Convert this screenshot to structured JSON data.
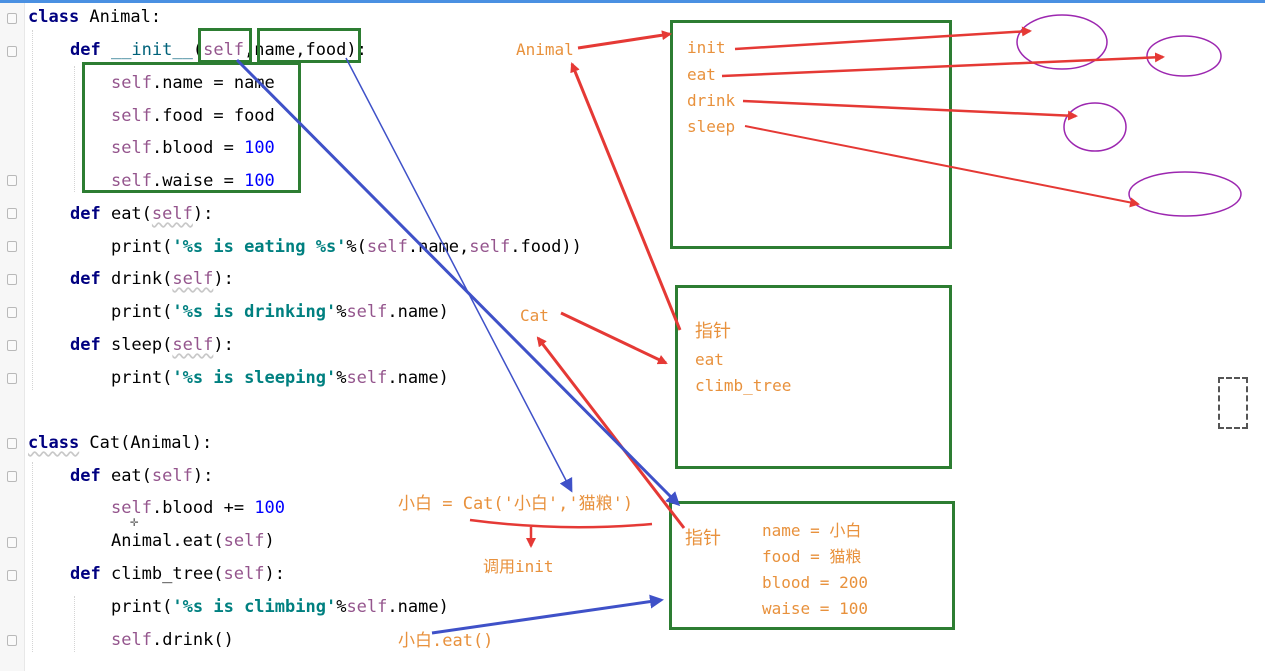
{
  "code": {
    "animal_class": {
      "kw": "class",
      "rest": " Animal:",
      "init_def": {
        "kw": "def",
        "name": " __init__",
        "open": "(",
        "self": "self",
        "params": ",name,food",
        "close": "):"
      },
      "init_body": [
        {
          "self": "self",
          "rest": ".name = name",
          "num": ""
        },
        {
          "self": "self",
          "rest": ".food = food",
          "num": ""
        },
        {
          "self": "self",
          "rest": ".blood = ",
          "num": "100"
        },
        {
          "self": "self",
          "rest": ".waise = ",
          "num": "100"
        }
      ],
      "eat_def": {
        "kw": "def",
        "name": " eat(",
        "self": "self",
        "close": "):"
      },
      "eat_body": {
        "fn": "print(",
        "str": "'%s is eating %s'",
        "rest1": "%(",
        "self1": "self",
        "rest2": ".name,",
        "self2": "self",
        "rest3": ".food))"
      },
      "drink_def": {
        "kw": "def",
        "name": " drink(",
        "self": "self",
        "close": "):"
      },
      "drink_body": {
        "fn": "print(",
        "str": "'%s is drinking'",
        "rest1": "%",
        "self1": "self",
        "rest2": ".name)"
      },
      "sleep_def": {
        "kw": "def",
        "name": " sleep(",
        "self": "self",
        "close": "):"
      },
      "sleep_body": {
        "fn": "print(",
        "str": "'%s is sleeping'",
        "rest1": "%",
        "self1": "self",
        "rest2": ".name)"
      }
    },
    "cat_class": {
      "kw": "class",
      "rest": " Cat(Animal):",
      "eat_def": {
        "kw": "def",
        "name": " eat(",
        "self": "self",
        "close": "):"
      },
      "eat_body1": {
        "self": "self",
        "rest": ".blood += ",
        "num": "100"
      },
      "eat_body2": {
        "rest": "Animal.eat(",
        "self": "self",
        "close": ")"
      },
      "climb_def": {
        "kw": "def",
        "name": " climb_tree(",
        "self": "self",
        "close": "):"
      },
      "climb_body1": {
        "fn": "print(",
        "str": "'%s is climbing'",
        "rest1": "%",
        "self1": "self",
        "rest2": ".name)"
      },
      "climb_body2": {
        "self": "self",
        "rest": ".drink()"
      }
    }
  },
  "annotations": {
    "animal_label": "Animal",
    "animal_methods": [
      "init",
      "eat",
      "drink",
      "sleep"
    ],
    "cat_label": "Cat",
    "cat_members": [
      "指针",
      "eat",
      "climb_tree"
    ],
    "instance_stmt": "小白 = Cat('小白','猫粮')",
    "call_init": "调用init",
    "instance_pointer": "指针",
    "instance_attrs": [
      "name = 小白",
      "food = 猫粮",
      "blood = 200",
      "waise = 100"
    ],
    "call_eat": "小白.eat()"
  },
  "colors": {
    "keyword": "#000080",
    "self": "#94558d",
    "string": "#008080",
    "number": "#0000ff",
    "annotation": "#e8913c",
    "box_border": "#2d7d32",
    "red_arrow": "#e53935",
    "blue_arrow": "#3f51c8",
    "circle": "#9c27b0"
  }
}
